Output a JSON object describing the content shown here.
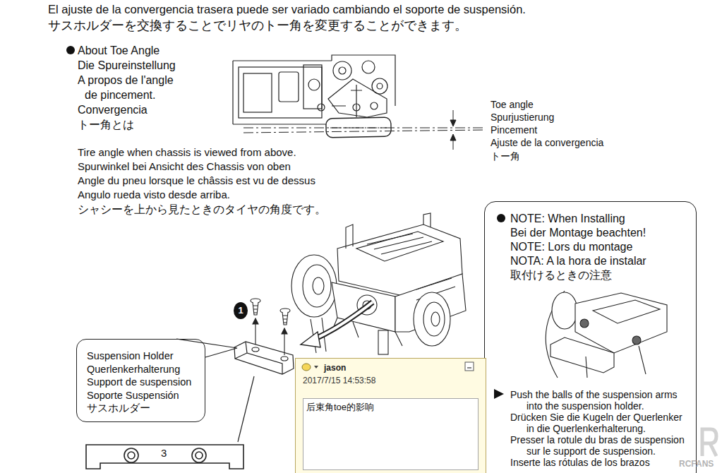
{
  "diagram": {
    "nodes": [
      {
        "text": [
          "NOTE: When Installing",
          "Bei der Montage beachten!",
          "NOTE: Lors du montage",
          "NOTA: A la hora de instalar",
          "取付けるときの注意",
          "Push the balls of the suspension arms into the suspension holder.",
          "Drücken Sie die Kugeln der Querlenker in die Querlenkerhalterung.",
          "Presser la rotule du bras de suspension sur le support de suspension.",
          "Inserte las rótulas de los brazos"
        ]
      },
      {
        "text": [
          "1"
        ]
      },
      {
        "text": [
          "Suspension Holder",
          "Querlenkerhalterung",
          "Support de suspension",
          "Soporte Suspensión",
          "サスホルダー"
        ]
      },
      {
        "text": [
          "jason",
          "2017/7/15 14:53:58"
        ]
      },
      {
        "text": [
          "后束角toe的影响"
        ],
        "in": 3
      }
    ],
    "labels": [
      "El ajuste de la convergencia trasera puede ser variado cambiando el soporte de suspensión.",
      "サスホルダーを交換することでリヤのトー角を変更することができます。",
      "About Toe Angle",
      "Die Spureinstellung",
      "A propos de l'angle de pincement.",
      "Convergencia",
      "トー角とは",
      "Toe angle",
      "Spurjustierung",
      "Pincement",
      "Ajuste de la convergencia",
      "トー角",
      "Tire angle when chassis is viewed from above.",
      "Spurwinkel bei Ansicht des Chassis von oben",
      "Angle du pneu lorsque le châssis est vu de dessus",
      "Angulo rueda visto desde arriba.",
      "シャシーを上から見たときのタイヤの角度です。",
      "3",
      "RCFANS"
    ]
  }
}
